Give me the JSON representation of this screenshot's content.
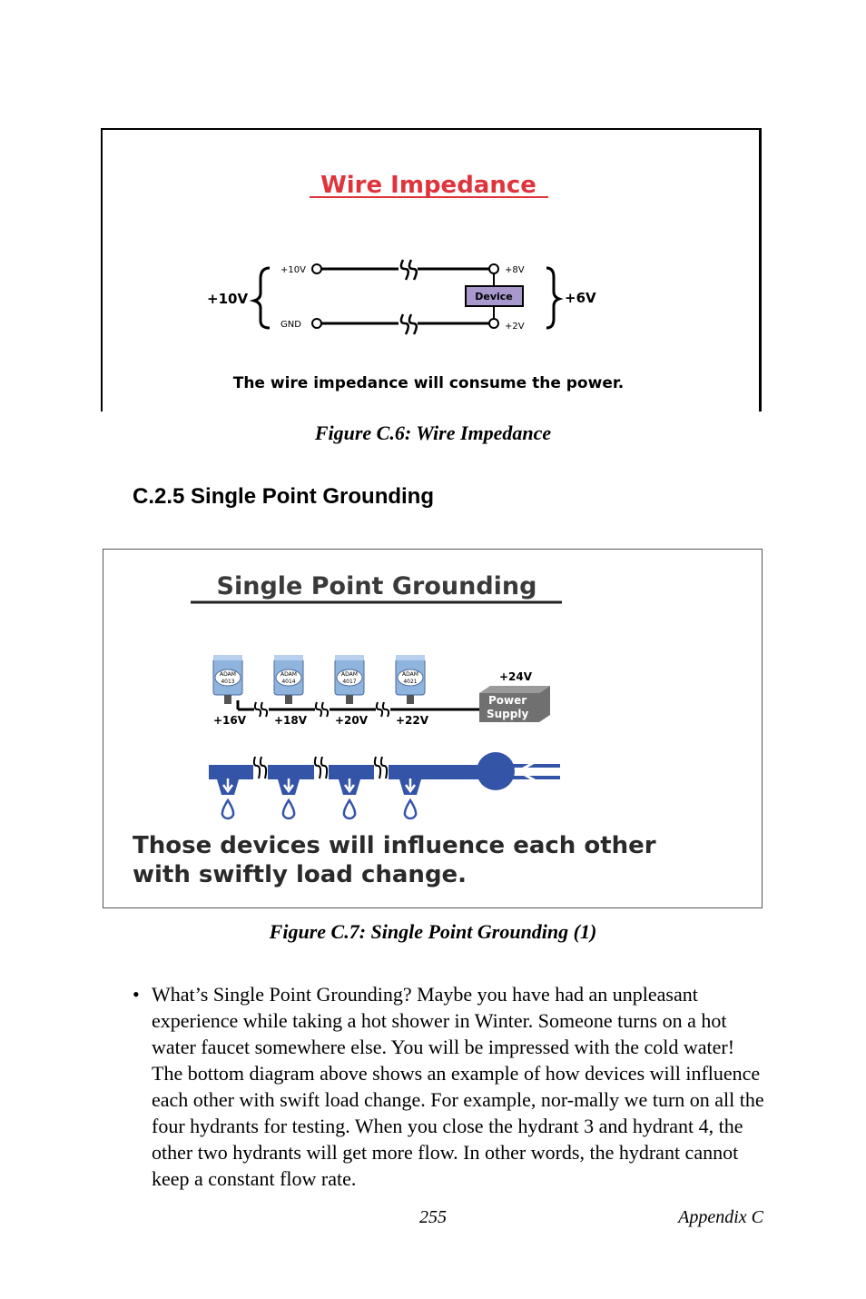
{
  "figure1": {
    "title": "Wire Impedance",
    "left_voltage": "+10V",
    "top_left_label": "+10V",
    "bottom_left_label": "GND",
    "top_right_label": "+8V",
    "bottom_right_label": "+2V",
    "device_label": "Device",
    "right_voltage": "+6V",
    "footnote": "The wire impedance will consume the power.",
    "caption": "Figure C.6: Wire Impedance",
    "colors": {
      "title": "#e0343c",
      "device_fill": "#a898cc"
    }
  },
  "section": {
    "heading": "C.2.5 Single Point Grounding"
  },
  "figure2": {
    "title": "Single Point Grounding",
    "modules": [
      {
        "brand": "ADAM",
        "model": "4013",
        "voltage": "+16V"
      },
      {
        "brand": "ADAM",
        "model": "4014",
        "voltage": "+18V"
      },
      {
        "brand": "ADAM",
        "model": "4017",
        "voltage": "+20V"
      },
      {
        "brand": "ADAM",
        "model": "4021",
        "voltage": "+22V"
      }
    ],
    "supply_voltage": "+24V",
    "supply_line1": "Power",
    "supply_line2": "Supply",
    "footnote_line1": "Those devices will influence each other",
    "footnote_line2": "with swiftly load change.",
    "caption": "Figure C.7: Single Point Grounding (1)",
    "colors": {
      "pipe": "#3454a8",
      "module": "#8fb4de",
      "supply": "#707070"
    }
  },
  "bullet": {
    "symbol": "•",
    "text": "What’s Single Point Grounding? Maybe you have had an unpleasant experience while taking a hot shower in Winter. Someone turns on a hot water faucet somewhere else. You will be impressed with the cold water! The bottom diagram above shows an example of how devices will influence each other with swift load change. For example, nor-mally we turn on all the four hydrants for testing. When you close the hydrant 3 and hydrant 4, the other two hydrants will get more flow. In other words, the hydrant cannot keep a constant flow rate."
  },
  "footer": {
    "page_number": "255",
    "section_label": "Appendix C"
  }
}
